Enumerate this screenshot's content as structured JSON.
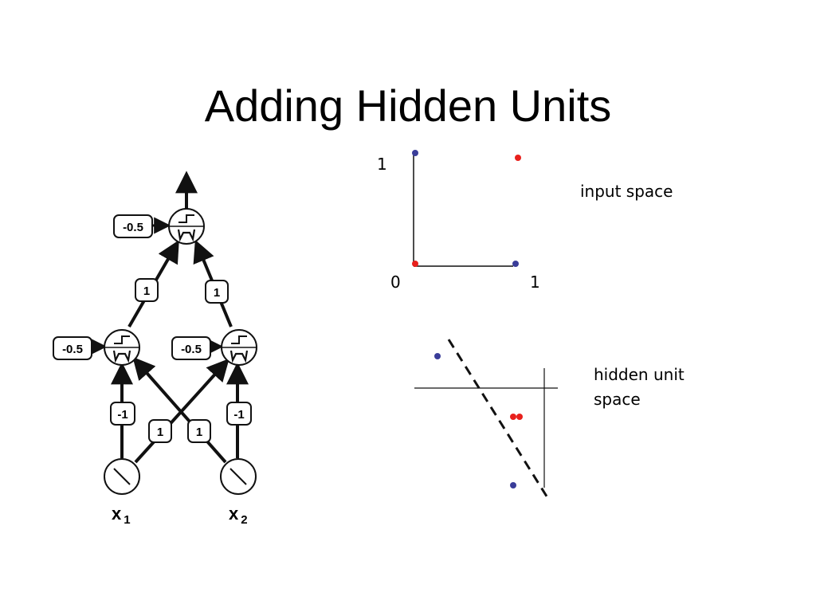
{
  "slide": {
    "title": "Adding Hidden Units"
  },
  "network": {
    "output_bias": "-0.5",
    "hidden1_bias": "-0.5",
    "hidden2_bias": "-0.5",
    "w_h1_out": "1",
    "w_h2_out": "1",
    "w_x1_h1": "-1",
    "w_x1_h2": "1",
    "w_x2_h1": "1",
    "w_x2_h2": "-1",
    "input1_label": "x",
    "input1_sub": "1",
    "input2_label": "x",
    "input2_sub": "2"
  },
  "input_space": {
    "label": "input space",
    "tick_x0": "0",
    "tick_x1": "1",
    "tick_y1": "1",
    "points": [
      {
        "x": 0,
        "y": 1,
        "class": "blue"
      },
      {
        "x": 1,
        "y": 1,
        "class": "red"
      },
      {
        "x": 0,
        "y": 0,
        "class": "red"
      },
      {
        "x": 1,
        "y": 0,
        "class": "blue"
      }
    ]
  },
  "hidden_space": {
    "label_line1": "hidden unit",
    "label_line2": "space"
  },
  "colors": {
    "red": "#e8201c",
    "blue": "#3a3d99",
    "ink": "#111111"
  }
}
